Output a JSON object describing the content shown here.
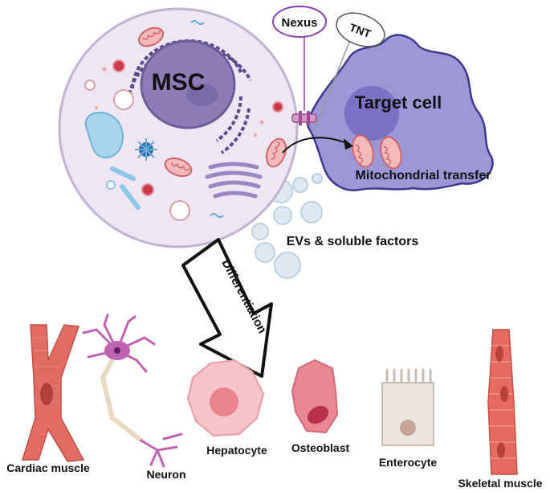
{
  "labels": {
    "msc": "MSC",
    "target_cell": "Target cell",
    "nexus": "Nexus",
    "tnt": "TNT",
    "mito_transfer": "Mitochondrial transfer",
    "evs": "EVs & soluble factors",
    "differentiation": "Differentiation"
  },
  "cell_types": {
    "cardiac": "Cardiac muscle",
    "neuron": "Neuron",
    "hepatocyte": "Hepatocyte",
    "osteoblast": "Osteoblast",
    "enterocyte": "Enterocyte",
    "skeletal": "Skeletal muscle"
  },
  "colors": {
    "msc_fill": "#efe6f4",
    "msc_border": "#c2b3d2",
    "nucleus": "#7f6da8",
    "target_fill": "#9c97d6",
    "target_border": "#3d3a8e",
    "mitochondria": "#e58d8f",
    "muscle": "#e06c63",
    "vesicle": "#d9e6f0"
  }
}
